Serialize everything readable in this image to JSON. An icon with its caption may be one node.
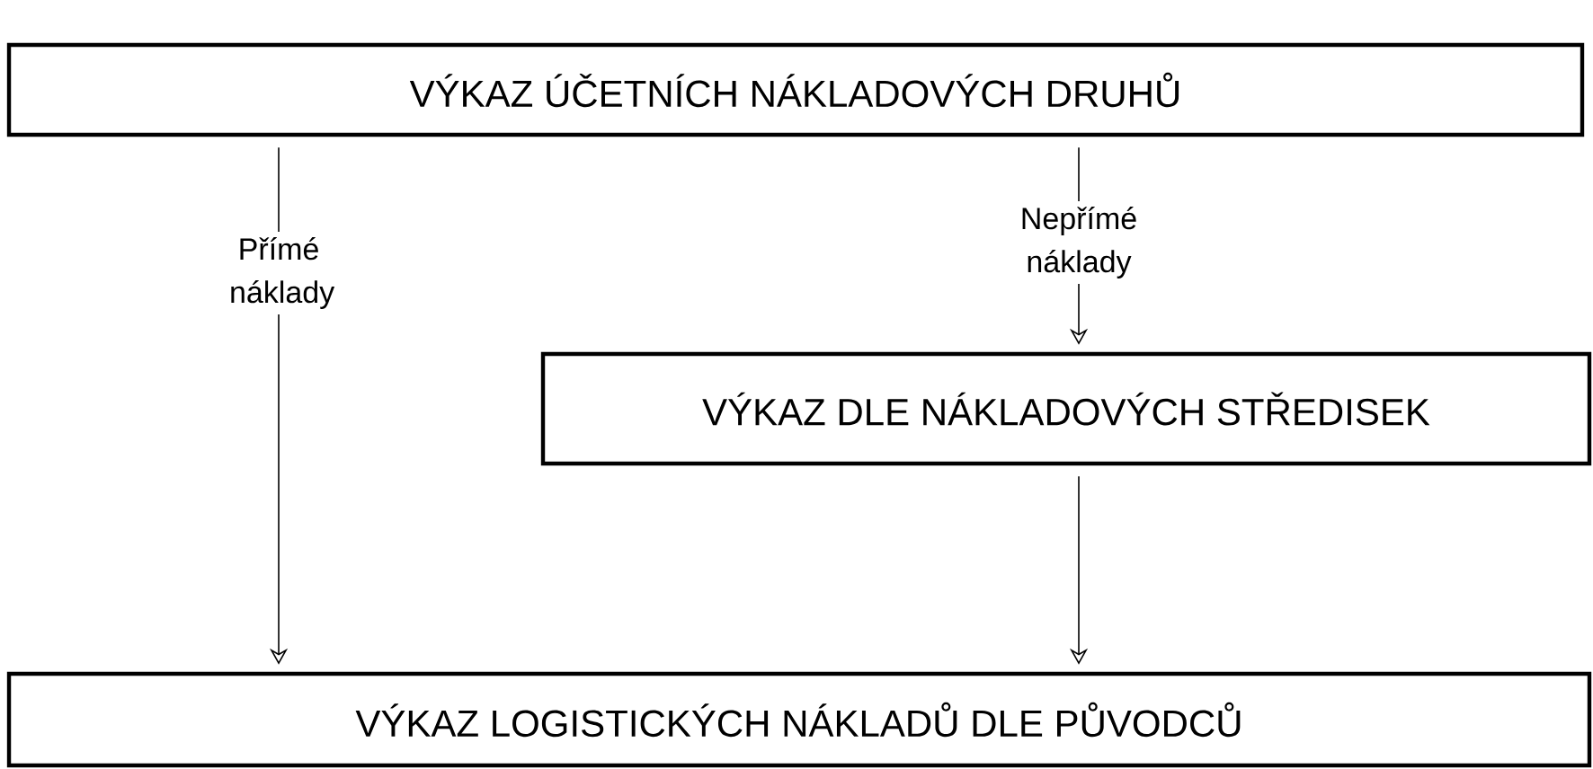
{
  "diagram": {
    "nodes": [
      {
        "text": [
          "VÝKAZ ÚČETNÍCH NÁKLADOVÝCH DRUHŮ"
        ]
      },
      {
        "text": [
          "VÝKAZ DLE NÁKLADOVÝCH STŘEDISEK"
        ]
      },
      {
        "text": [
          "VÝKAZ LOGISTICKÝCH NÁKLADŮ DLE PŮVODCŮ"
        ]
      }
    ],
    "edges": [
      {
        "from": 0,
        "to": 2,
        "arrow": "to",
        "label": "Přímé náklady"
      },
      {
        "from": 0,
        "to": 1,
        "arrow": "to",
        "label": "Nepřímé náklady"
      },
      {
        "from": 1,
        "to": 2,
        "arrow": "to"
      }
    ]
  }
}
